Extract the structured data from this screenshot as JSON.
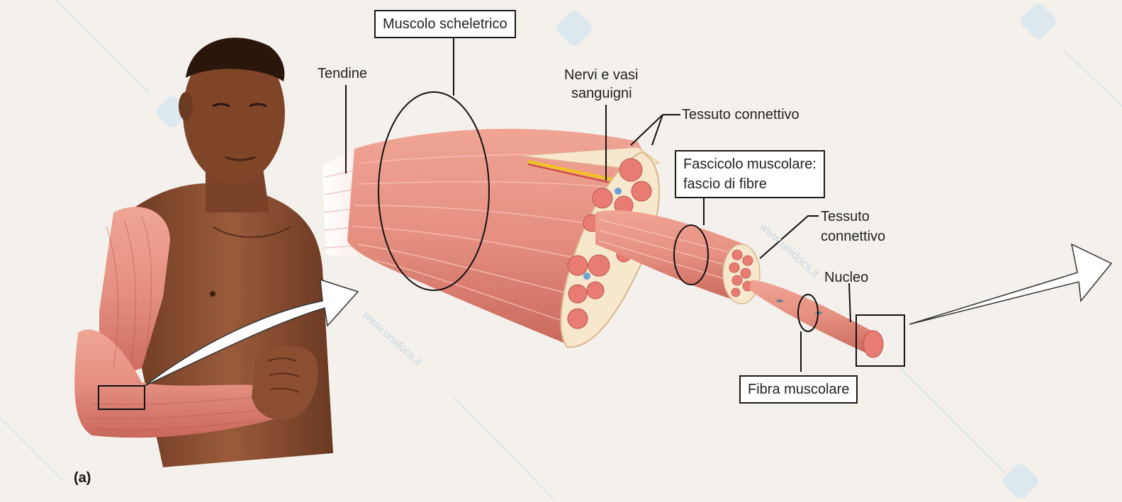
{
  "labels": {
    "skeletal_muscle": "Muscolo scheletrico",
    "tendon": "Tendine",
    "nerves_vessels_1": "Nervi e vasi",
    "nerves_vessels_2": "sanguigni",
    "connective_1": "Tessuto connettivo",
    "fascicle_1": "Fascicolo muscolare:",
    "fascicle_2": "fascio di fibre",
    "connective_2a": "Tessuto",
    "connective_2b": "connettivo",
    "nucleus": "Nucleo",
    "muscle_fiber": "Fibra muscolare",
    "panel": "(a)"
  },
  "watermark": {
    "text": "www.unidocs.it"
  },
  "colors": {
    "muscle": "#e58f80",
    "muscle_dark": "#c9685c",
    "skin": "#8a5033",
    "skin_dark": "#5e321e",
    "background": "#f4f1ec",
    "connective": "#f7e7cc",
    "nerve": "#f2c21c"
  }
}
